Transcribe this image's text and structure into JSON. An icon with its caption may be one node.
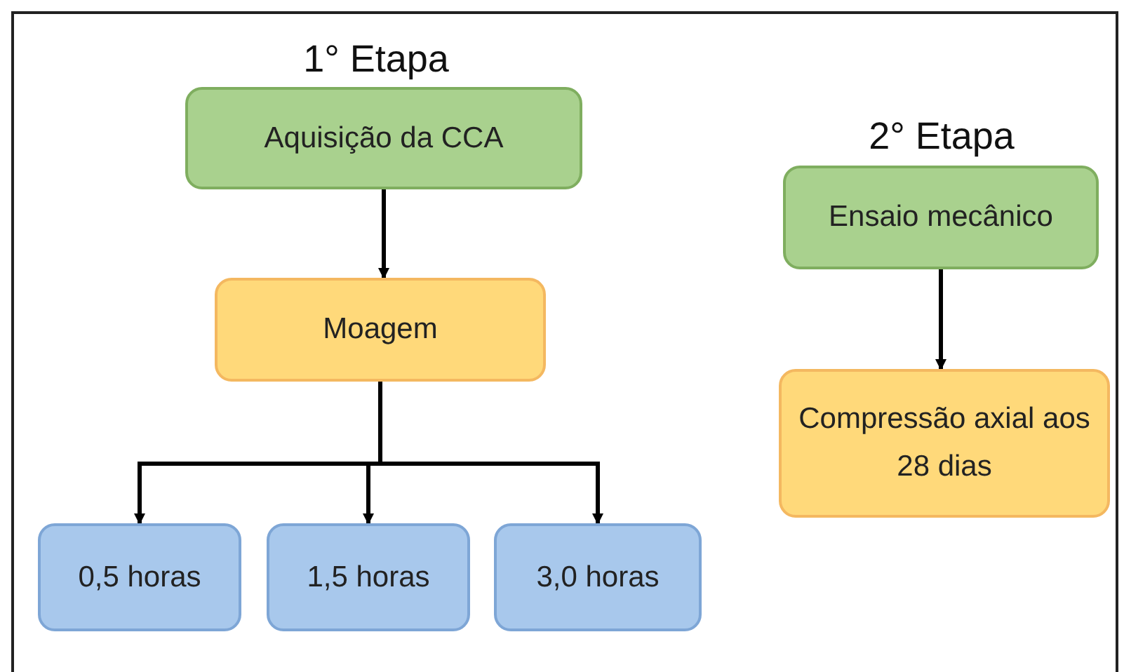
{
  "diagram": {
    "nodes": [
      {
        "text": [
          "Aquisição da CCA"
        ]
      },
      {
        "text": [
          "Moagem"
        ]
      },
      {
        "text": [
          "0,5 horas"
        ]
      },
      {
        "text": [
          "1,5 horas"
        ]
      },
      {
        "text": [
          "3,0 horas"
        ]
      },
      {
        "text": [
          "Ensaio mecânico"
        ]
      },
      {
        "text": [
          "Compressão axial aos 28 dias"
        ]
      }
    ],
    "edges": [
      {
        "from": 0,
        "to": 1,
        "arrow": "to"
      },
      {
        "from": 1,
        "to": 2,
        "arrow": "to"
      },
      {
        "from": 1,
        "to": 3,
        "arrow": "to"
      },
      {
        "from": 1,
        "to": 4,
        "arrow": "to"
      },
      {
        "from": 5,
        "to": 6,
        "arrow": "to"
      }
    ],
    "labels": [
      "1° Etapa",
      "2° Etapa"
    ]
  }
}
